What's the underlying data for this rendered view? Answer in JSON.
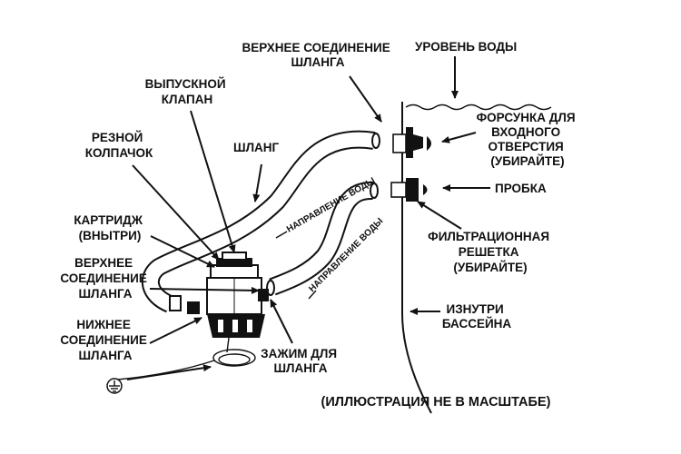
{
  "diagram": {
    "labels": {
      "top_hose_connection_right": [
        "ВЕРХНЕЕ СОЕДИНЕНИЕ",
        "ШЛАНГА"
      ],
      "water_level": [
        "УРОВЕНЬ ВОДЫ"
      ],
      "outlet_valve": [
        "ВЫПУСКНОЙ",
        "КЛАПАН"
      ],
      "threaded_cap": [
        "РЕЗНОЙ",
        "КОЛПАЧОК"
      ],
      "hose": [
        "ШЛАНГ"
      ],
      "inlet_nozzle": [
        "ФОРСУНКА ДЛЯ",
        "ВХОДНОГО",
        "ОТВЕРСТИЯ",
        "(УБИРАЙТЕ)"
      ],
      "plug": [
        "ПРОБКА"
      ],
      "cartridge": [
        "КАРТРИДЖ",
        "(ВНЫТРИ)"
      ],
      "strainer_grid": [
        "ФИЛЬТРАЦИОННАЯ",
        "РЕШЕТКА",
        "(УБИРАЙТЕ)"
      ],
      "top_hose_connection_left": [
        "ВЕРХНЕЕ",
        "СОЕДИНЕНИЕ",
        "ШЛАНГА"
      ],
      "pool_inside": [
        "ИЗНУТРИ",
        "БАССЕЙНА"
      ],
      "bottom_hose_connection": [
        "НИЖНЕЕ",
        "СОЕДИНЕНИЕ",
        "ШЛАНГА"
      ],
      "hose_clamp": [
        "ЗАЖИМ ДЛЯ",
        "ШЛАНГА"
      ]
    },
    "flow_labels": {
      "upper_hose": "НАПРАВЛЕНИЕ ВОДЫ",
      "lower_hose": "НАПРАВЛЕНИЕ ВОДЫ"
    },
    "footnote": "(ИЛЛЮСТРАЦИЯ НЕ В МАСШТАБЕ)",
    "icons": [
      "pump-icon",
      "hose-icon",
      "pool-wall-icon",
      "ground-symbol-icon",
      "arrow-icon"
    ]
  }
}
